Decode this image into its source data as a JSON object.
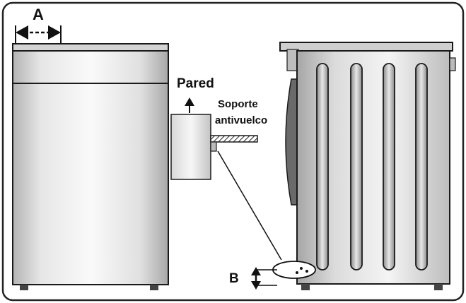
{
  "labels": {
    "a": "A",
    "b": "B",
    "wall": "Pared",
    "bracket_line1": "Soporte",
    "bracket_line2": "antivuelco"
  },
  "colors": {
    "outline": "#1a1a1a",
    "metal_light": "#f2f2f2",
    "metal_dark": "#9a9a9a",
    "background": "#ffffff"
  }
}
